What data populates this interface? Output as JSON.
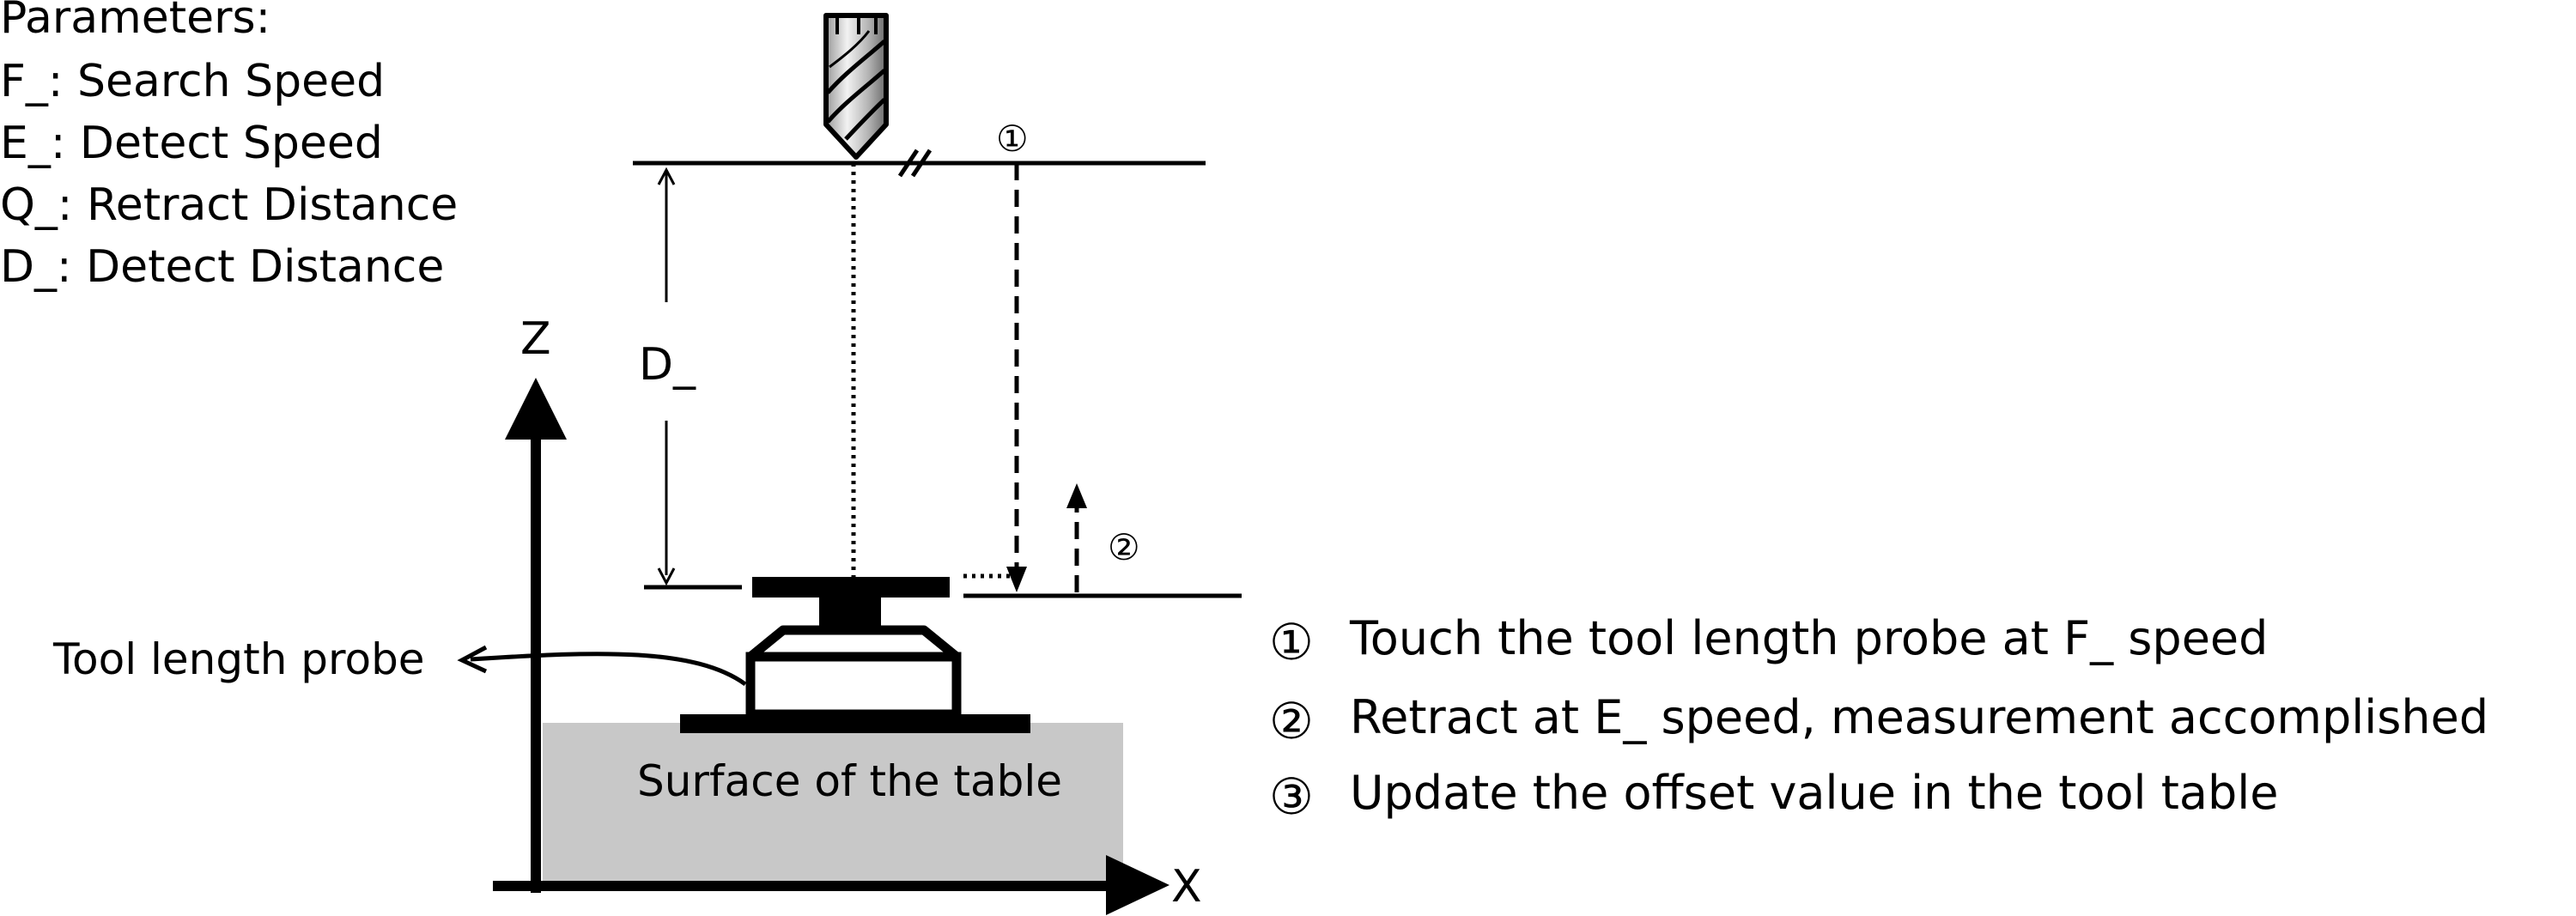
{
  "parameters": {
    "heading": "Parameters:",
    "items": [
      "F_: Search Speed",
      "E_: Detect Speed",
      "Q_: Retract Distance",
      "D_: Detect Distance"
    ]
  },
  "axes": {
    "z_label": "Z",
    "x_label": "X"
  },
  "dimension_label": "D_",
  "probe_label": "Tool length probe",
  "table_label": "Surface of the table",
  "markers": {
    "m1": "①",
    "m2": "②"
  },
  "steps": [
    {
      "marker": "①",
      "text": "Touch the tool length probe  at F_ speed"
    },
    {
      "marker": "②",
      "text": "Retract  at E_ speed, measurement accomplished"
    },
    {
      "marker": "③",
      "text": "Update the offset value in the tool table"
    }
  ],
  "colors": {
    "table_fill": "#c8c8c8",
    "line": "#000000"
  }
}
